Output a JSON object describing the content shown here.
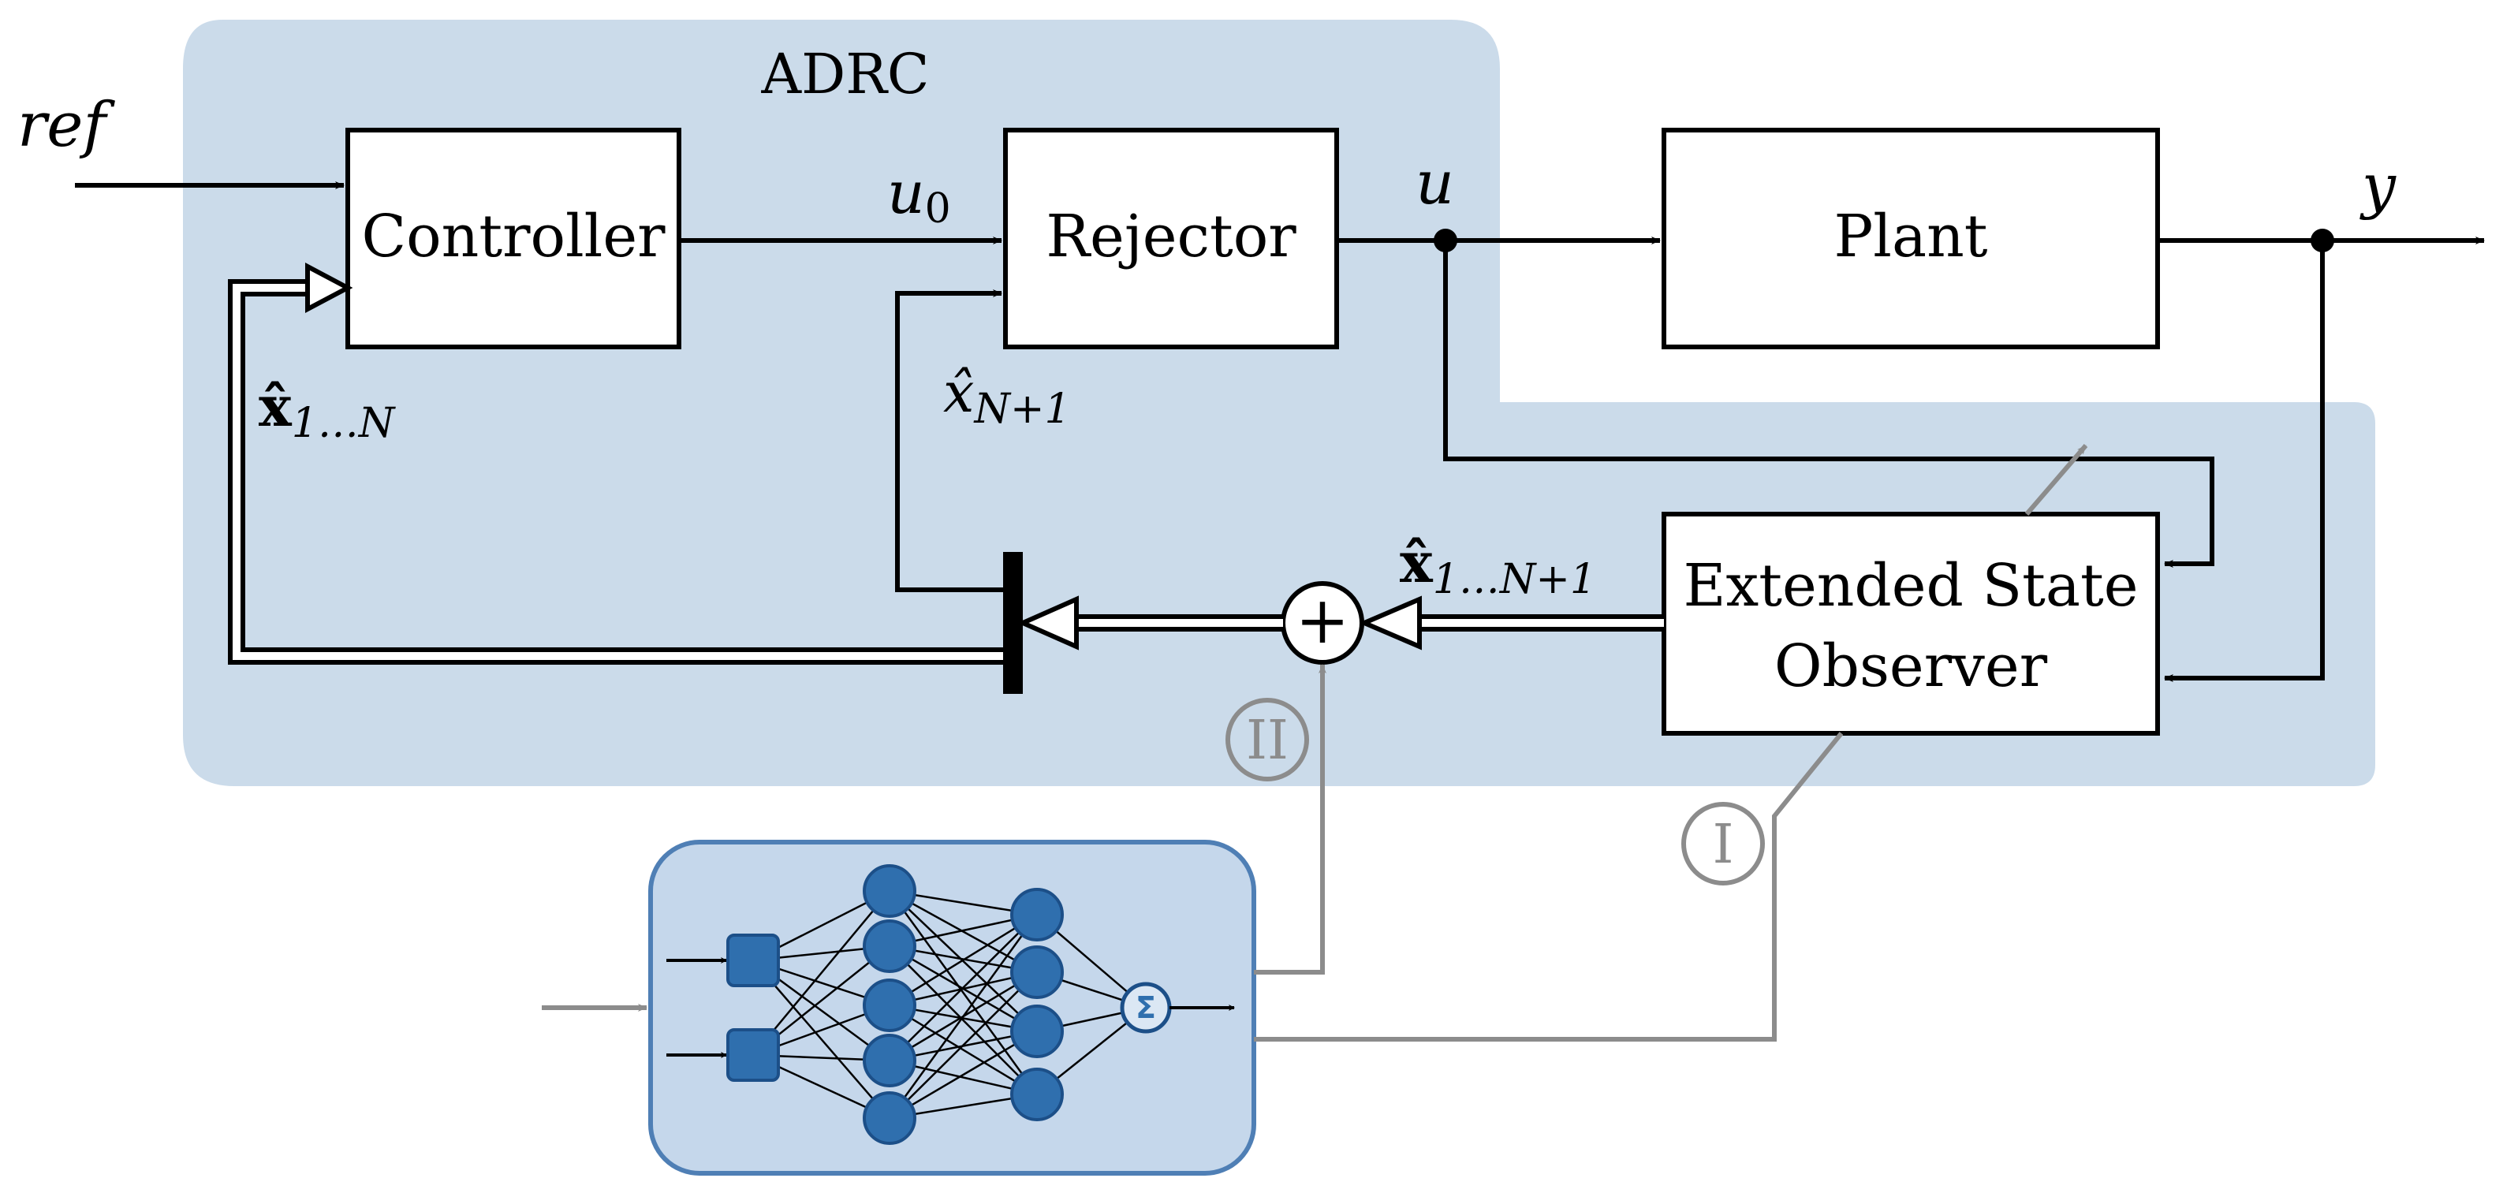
{
  "colors": {
    "region_fill": "#cbdbea",
    "nn_fill": "#c5d7eb",
    "nn_stroke": "#4f7fb5",
    "neuron_fill": "#2f6fae",
    "neuron_stroke": "#1c4f88",
    "gray": "#8c8c8c",
    "black": "#000000"
  },
  "labels": {
    "adrc": "ADRC",
    "ref": "ref",
    "u0_main": "u",
    "u0_sub": "0",
    "u": "u",
    "y": "y",
    "xhat_main": "x̂",
    "xhat_sub": "1…N",
    "xhatN1_main": "x̂",
    "xhatN1_sub": "N+1",
    "xhat1N1_main": "x̂",
    "xhat1N1_sub": "1…N+1",
    "sum_symbol": "+",
    "route_one": "I",
    "route_two": "II",
    "nn_sum": "Σ"
  },
  "blocks": {
    "controller": "Controller",
    "rejector": "Rejector",
    "plant": "Plant",
    "eso_line1": "Extended State",
    "eso_line2": "Observer"
  }
}
